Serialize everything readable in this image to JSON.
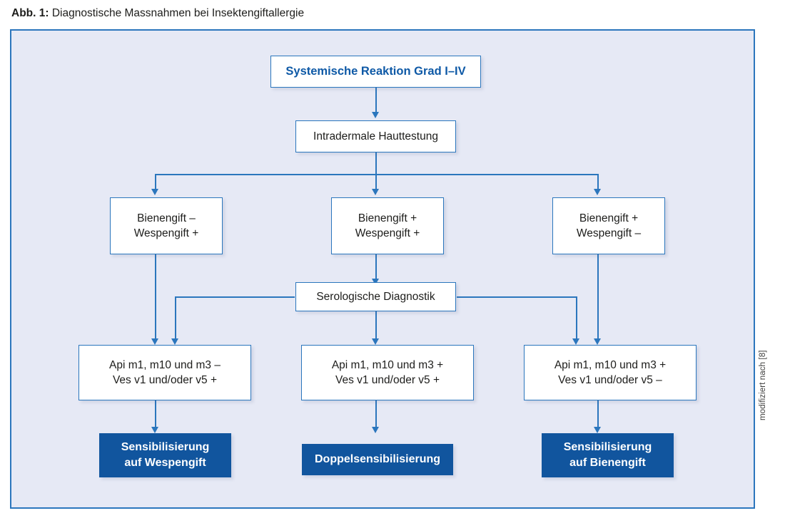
{
  "figure": {
    "label": "Abb. 1:",
    "title": "Diagnostische Massnahmen bei Insektengiftallergie",
    "source_note": "modifiziert nach [8]"
  },
  "colors": {
    "frame_border": "#2b76bd",
    "frame_background": "#e6e9f5",
    "node_border": "#2b76bd",
    "node_background": "#ffffff",
    "heading_text": "#0e59a6",
    "result_background": "#11559e",
    "result_text": "#ffffff",
    "connector": "#2b76bd"
  },
  "nodes": {
    "start": {
      "text": "Systemische Reaktion Grad I–IV"
    },
    "skin_test": {
      "text": "Intradermale Hauttestung"
    },
    "row_skin": [
      {
        "line1": "Bienengift –",
        "line2": "Wespengift +"
      },
      {
        "line1": "Bienengift +",
        "line2": "Wespengift +"
      },
      {
        "line1": "Bienengift +",
        "line2": "Wespengift –"
      }
    ],
    "serology": {
      "text": "Serologische Diagnostik"
    },
    "row_component": [
      {
        "line1": "Api m1, m10 und m3 –",
        "line2": "Ves v1 und/oder v5 +"
      },
      {
        "line1": "Api m1, m10 und m3 +",
        "line2": "Ves v1 und/oder v5 +"
      },
      {
        "line1": "Api m1, m10 und m3 +",
        "line2": "Ves v1 und/oder v5 –"
      }
    ],
    "row_result": [
      {
        "line1": "Sensibilisierung",
        "line2": "auf Wespengift"
      },
      {
        "line1": "Doppelsensibilisierung",
        "line2": ""
      },
      {
        "line1": "Sensibilisierung",
        "line2": "auf Bienengift"
      }
    ]
  }
}
